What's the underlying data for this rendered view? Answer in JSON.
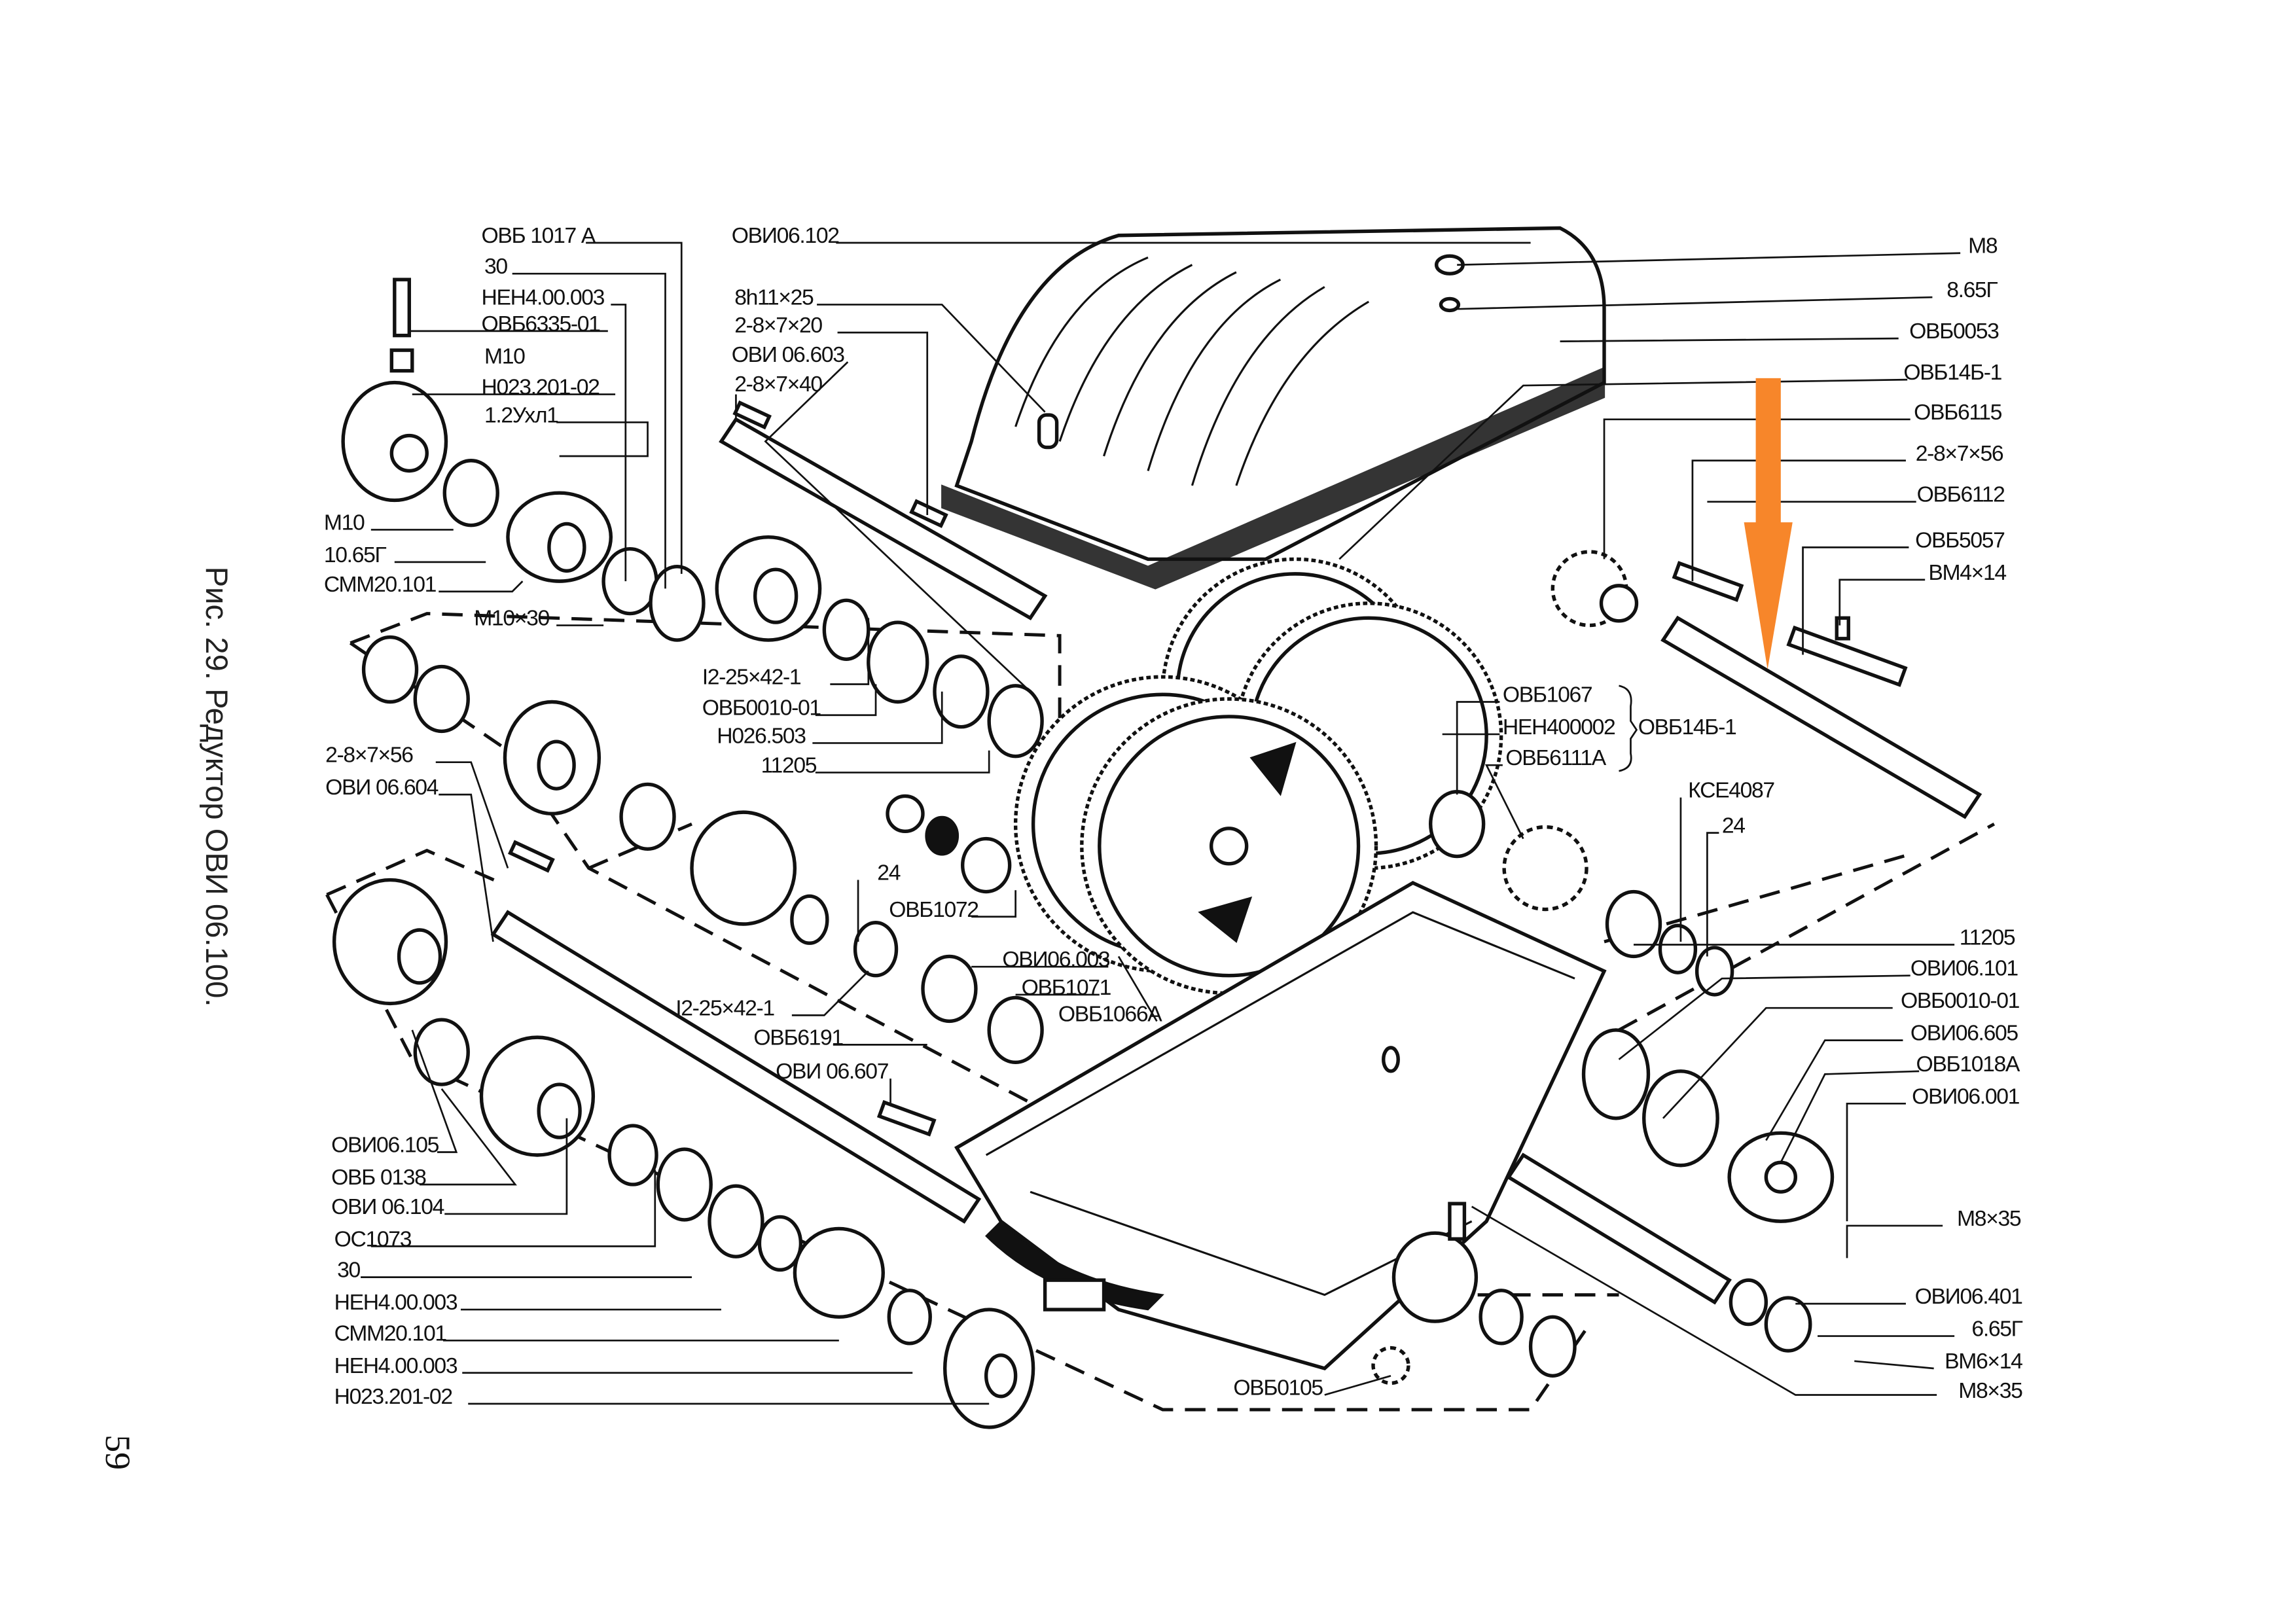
{
  "caption": "Рис. 29. Редуктор ОВИ 06.100.",
  "page_number": "59",
  "highlight_arrow": {
    "color": "#F7862A",
    "direction": "down"
  },
  "labels": {
    "left_top": [
      "ОВБ 1017 А",
      "30",
      "НЕН4.00.003",
      "ОВБ6335-01",
      "М10",
      "Н023.201-02",
      "1.2Ухл1",
      "М10",
      "10.65Г",
      "СММ20.101",
      "М10×30"
    ],
    "top_middle": [
      "ОВИ06.102",
      "8h11×25",
      "2-8×7×20",
      "ОВИ 06.603",
      "2-8×7×40",
      "I2-25×42-1",
      "ОВБ0010-01",
      "Н026.503",
      "11205"
    ],
    "left_middle": [
      "2-8×7×56",
      "ОВИ 06.604"
    ],
    "center": [
      "24",
      "ОВБ1072",
      "ОВИ06.003",
      "ОВБ1071",
      "ОВБ1066А",
      "I2-25×42-1",
      "ОВБ6191",
      "ОВИ 06.607"
    ],
    "left_bottom": [
      "ОВИ06.105",
      "ОВБ 0138",
      "ОВИ 06.104",
      "ОС1073",
      "30",
      "НЕН4.00.003",
      "СММ20.101",
      "НЕН4.00.003",
      "Н023.201-02",
      "ОВБ0105"
    ],
    "right_top": [
      "М8",
      "8.65Г",
      "ОВБ0053",
      "ОВБ14Б-1",
      "ОВБ6115",
      "2-8×7×56",
      "ОВБ6112",
      "ОВБ5057",
      "ВМ4×14"
    ],
    "right_middle": [
      "ОВБ1067",
      "НЕН400002",
      "ОВБ6111А",
      "ОВБ14Б-1",
      "КСЕ4087",
      "24"
    ],
    "right_bottom": [
      "11205",
      "ОВИ06.101",
      "ОВБ0010-01",
      "ОВИ06.605",
      "ОВБ1018А",
      "ОВИ06.001",
      "М8×35",
      "ОВИ06.401",
      "6.65Г",
      "ВМ6×14",
      "М8×35"
    ]
  }
}
